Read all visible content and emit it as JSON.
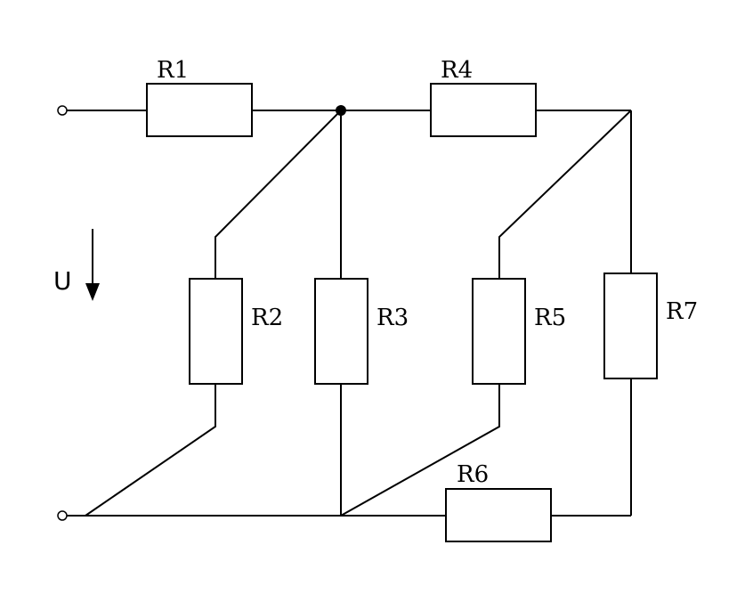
{
  "resistors": {
    "r1": "R1",
    "r2": "R2",
    "r3": "R3",
    "r4": "R4",
    "r5": "R5",
    "r6": "R6",
    "r7": "R7"
  },
  "voltage": {
    "label": "U"
  }
}
